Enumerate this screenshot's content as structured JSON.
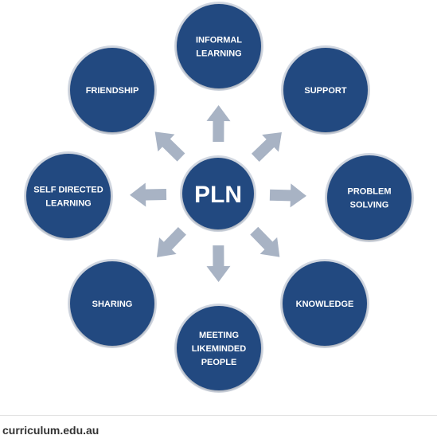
{
  "diagram": {
    "center": {
      "label": "PLN"
    },
    "nodes": [
      {
        "id": "informal-learning",
        "lines": [
          "INFORMAL",
          "LEARNING"
        ]
      },
      {
        "id": "support",
        "lines": [
          "SUPPORT"
        ]
      },
      {
        "id": "problem-solving",
        "lines": [
          "PROBLEM",
          "SOLVING"
        ]
      },
      {
        "id": "knowledge",
        "lines": [
          "KNOWLEDGE"
        ]
      },
      {
        "id": "meeting-likeminded-people",
        "lines": [
          "MEETING",
          "LIKEMINDED",
          "PEOPLE"
        ]
      },
      {
        "id": "sharing",
        "lines": [
          "SHARING"
        ]
      },
      {
        "id": "self-directed-learning",
        "lines": [
          "SELF DIRECTED",
          "LEARNING"
        ]
      },
      {
        "id": "friendship",
        "lines": [
          "FRIENDSHIP"
        ]
      }
    ],
    "colors": {
      "node_fill": "#234a80",
      "node_ring": "#d2d8e2",
      "arrow": "#a8b3c4"
    }
  },
  "caption": "curriculum.edu.au"
}
